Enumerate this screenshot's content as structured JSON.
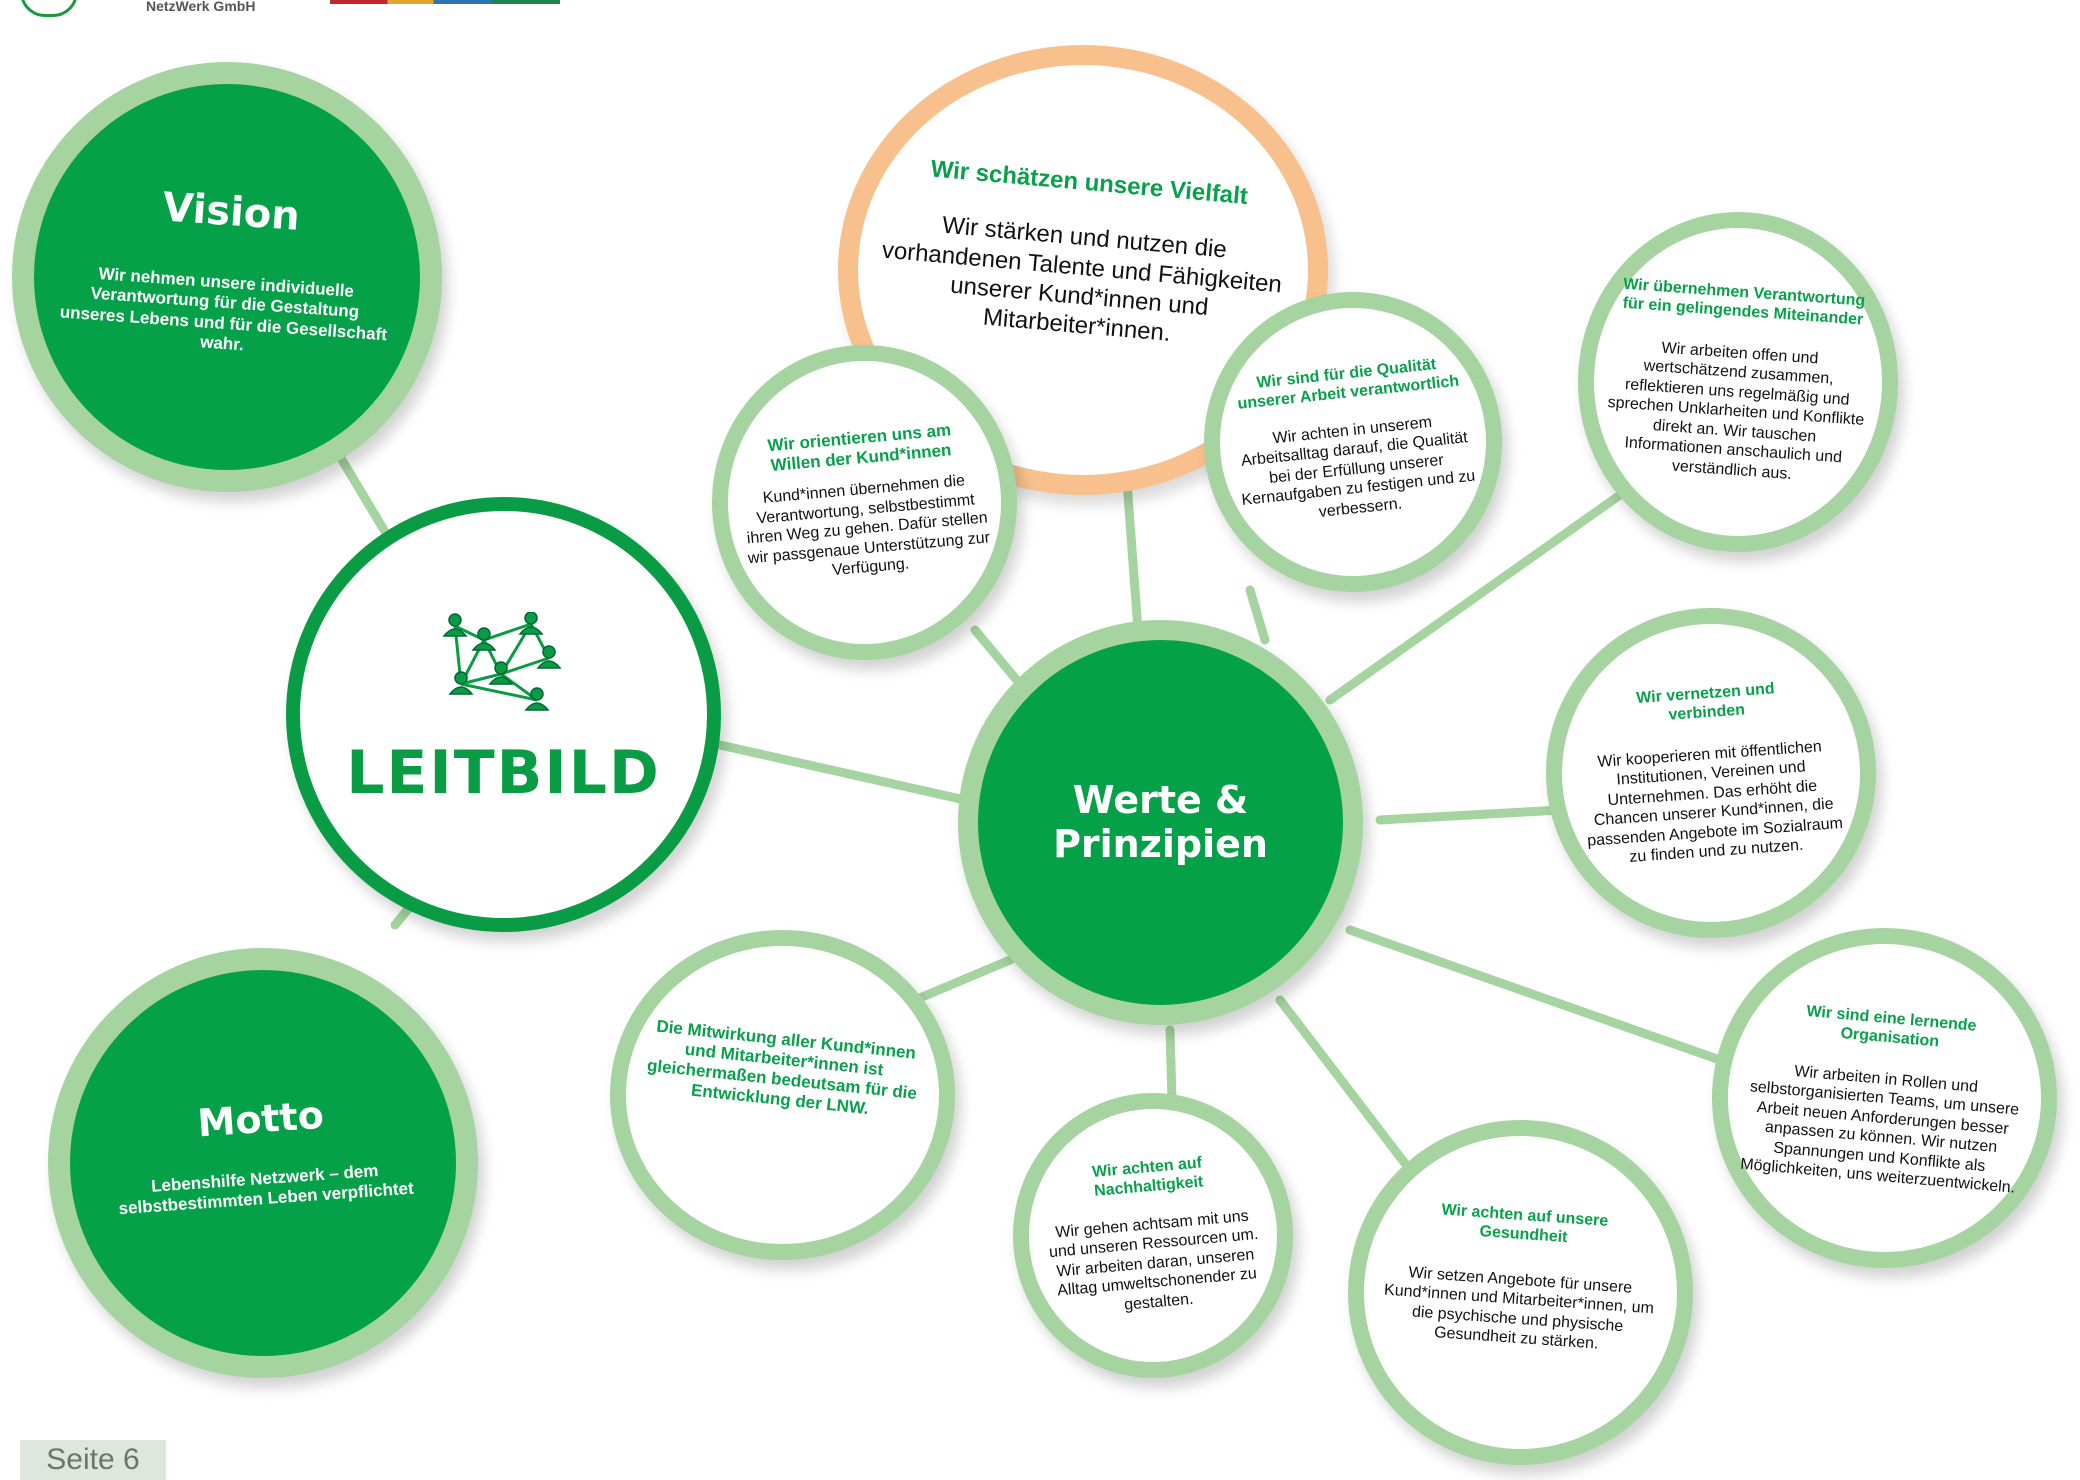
{
  "header": {
    "company_text": "NetzWerk GmbH"
  },
  "colors": {
    "green": "#05a148",
    "light_green": "#a6d4a0",
    "orange": "#f7c08c",
    "white": "#ffffff"
  },
  "logo": {
    "title": "LEITBILD",
    "icon": "network-people-icon"
  },
  "vision": {
    "title": "Vision",
    "text": "Wir nehmen unsere individuelle Verantwortung für die Gestaltung unseres Lebens und für die Gesellschaft wahr."
  },
  "motto": {
    "title": "Motto",
    "text": "Lebenshilfe Netzwerk – dem selbstbestimmten Leben verpflichtet"
  },
  "center": {
    "line1": "Werte &",
    "line2": "Prinzipien"
  },
  "vielfalt": {
    "title": "Wir schätzen unsere Vielfalt",
    "text": "Wir stärken und nutzen die vorhandenen Talente und Fähigkeiten unserer Kund*innen und Mitarbeiter*innen."
  },
  "values": [
    {
      "title": "Wir orientieren uns am Willen der Kund*innen",
      "text": "Kund*innen übernehmen die Verantwortung, selbstbestimmt ihren Weg zu gehen. Dafür stellen wir passgenaue Unterstützung zur Verfügung."
    },
    {
      "title": "Wir sind für die Qualität unserer Arbeit verantwortlich",
      "text": "Wir achten in unserem Arbeitsalltag darauf, die Qualität bei der Erfüllung unserer Kernaufgaben zu festigen und zu verbessern."
    },
    {
      "title": "Wir übernehmen Verantwortung für ein gelingendes Miteinander",
      "text": "Wir arbeiten offen und wertschätzend zusammen, reflektieren uns regelmäßig und sprechen Unklarheiten und Konflikte direkt an. Wir tauschen Informationen anschaulich und verständlich aus."
    },
    {
      "title": "Wir vernetzen und verbinden",
      "text": "Wir kooperieren mit öffentlichen Institutionen, Vereinen und Unternehmen. Das erhöht die Chancen unserer Kund*innen, die passenden Angebote im Sozialraum zu finden und zu nutzen."
    },
    {
      "title": "Wir sind eine lernende Organisation",
      "text": "Wir arbeiten in Rollen und selbstorganisierten Teams, um unsere Arbeit neuen Anforderungen besser anpassen zu können. Wir nutzen Spannungen und Konflikte als Möglichkeiten, uns weiterzuentwickeln."
    },
    {
      "title": "Wir achten auf unsere Gesundheit",
      "text": "Wir setzen Angebote für unsere Kund*innen und Mitarbeiter*innen, um die psychische und physische Gesundheit zu stärken."
    },
    {
      "title": "Wir achten auf Nachhaltigkeit",
      "text": "Wir gehen achtsam mit uns und unseren Ressourcen um. Wir arbeiten daran, unseren Alltag umweltschonender zu gestalten."
    },
    {
      "title": "Die Mitwirkung aller Kund*innen und Mitarbeiter*innen ist gleichermaßen bedeutsam für die Entwicklung der LNW.",
      "text": ""
    }
  ],
  "footer": {
    "page_label": "Seite 6"
  }
}
